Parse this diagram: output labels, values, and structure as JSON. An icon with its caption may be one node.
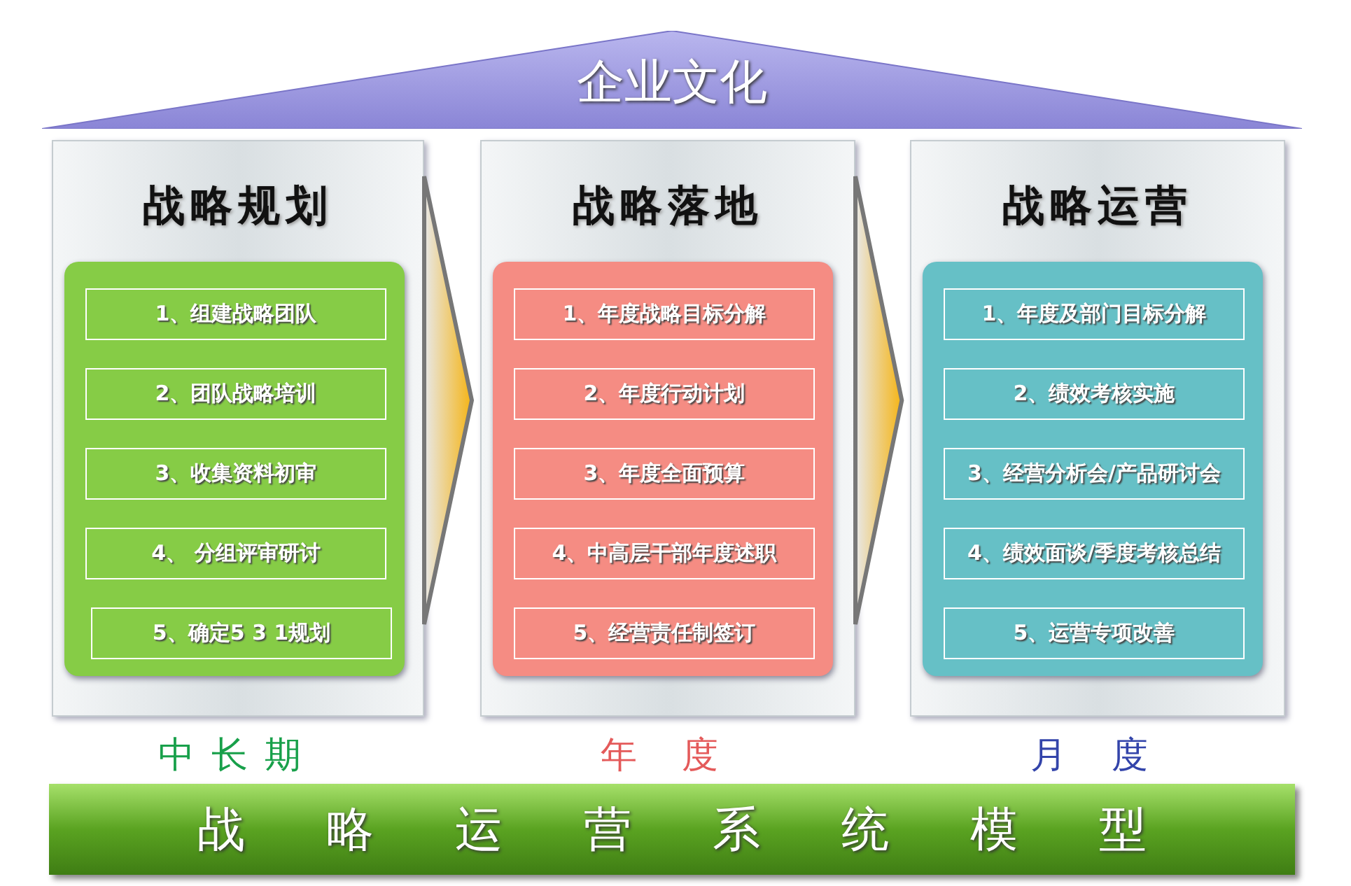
{
  "diagram": {
    "nodes": [
      {
        "text": [
          "企业文化"
        ]
      },
      {
        "text": [
          "战略规划"
        ],
        "beside": [
          "中长期"
        ]
      },
      {
        "text": [],
        "shape": "box",
        "in": 1
      },
      {
        "text": [
          "1、组建战略团队"
        ],
        "in": 2
      },
      {
        "text": [
          "2、团队战略培训"
        ],
        "in": 2
      },
      {
        "text": [
          "3、收集资料初审"
        ],
        "in": 2
      },
      {
        "text": [
          "4、 分组评审研讨"
        ],
        "in": 2
      },
      {
        "text": [
          "5、确定5 3 1规划"
        ],
        "in": 2
      },
      {
        "text": [
          "战略落地"
        ],
        "beside": [
          "年 度"
        ]
      },
      {
        "text": [],
        "shape": "box",
        "in": 8
      },
      {
        "text": [
          "1、年度战略目标分解"
        ],
        "in": 9
      },
      {
        "text": [
          "2、年度行动计划"
        ],
        "in": 9
      },
      {
        "text": [
          "3、年度全面预算"
        ],
        "in": 9
      },
      {
        "text": [
          "4、中高层干部年度述职"
        ],
        "in": 9
      },
      {
        "text": [
          "5、经营责任制签订"
        ],
        "in": 9
      },
      {
        "text": [
          "战略运营"
        ],
        "beside": [
          "月 度"
        ]
      },
      {
        "text": [],
        "shape": "box",
        "in": 15
      },
      {
        "text": [
          "1、年度及部门目标分解"
        ],
        "in": 16
      },
      {
        "text": [
          "2、绩效考核实施"
        ],
        "in": 16
      },
      {
        "text": [
          "3、经营分析会/产品研讨会"
        ],
        "in": 16
      },
      {
        "text": [
          "4、绩效面谈/季度考核总结"
        ],
        "in": 16
      },
      {
        "text": [
          "5、运营专项改善"
        ],
        "in": 16
      },
      {
        "text": [
          "战略运营系统模型"
        ]
      }
    ],
    "edges": [
      {
        "from": 1,
        "to": 8,
        "arrow": "to"
      },
      {
        "from": 8,
        "to": 15,
        "arrow": "to"
      }
    ]
  }
}
